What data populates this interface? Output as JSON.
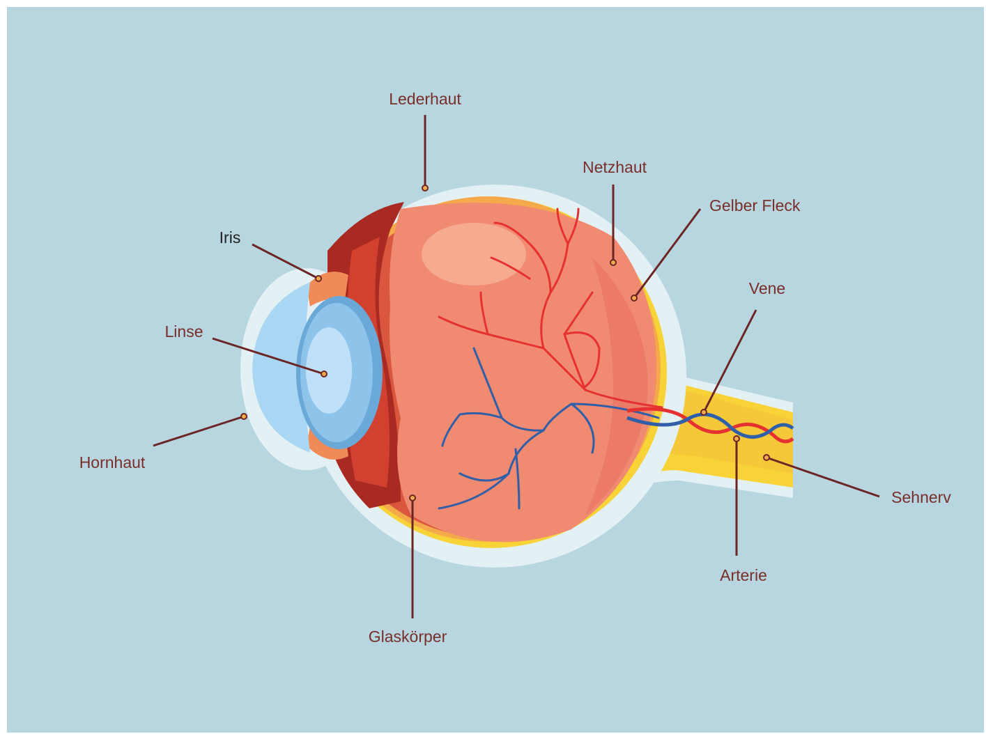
{
  "diagram": {
    "colors": {
      "background": "#b8d6df",
      "frame": "#ffffff",
      "label_text": "#7a2e2a",
      "label_text_dark": "#222222",
      "leader_line": "#6b2525",
      "outer_sclera": "#e4f1f4",
      "choroid_yellow": "#f7d338",
      "orange_layer": "#f4a94b",
      "vitreous": "#f08a70",
      "ciliary": "#c0382e",
      "lens_blue": "#8ec4ea",
      "cornea_blue": "#a9d6f3",
      "artery": "#e63131",
      "vein": "#2e5fa8",
      "optic_nerve": "#f7d338"
    },
    "labels": {
      "lederhaut": "Lederhaut",
      "netzhaut": "Netzhaut",
      "gelber_fleck": "Gelber Fleck",
      "iris": "Iris",
      "vene": "Vene",
      "linse": "Linse",
      "hornhaut": "Hornhaut",
      "sehnerv": "Sehnerv",
      "arterie": "Arterie",
      "glaskoerper": "Glaskörper"
    }
  }
}
